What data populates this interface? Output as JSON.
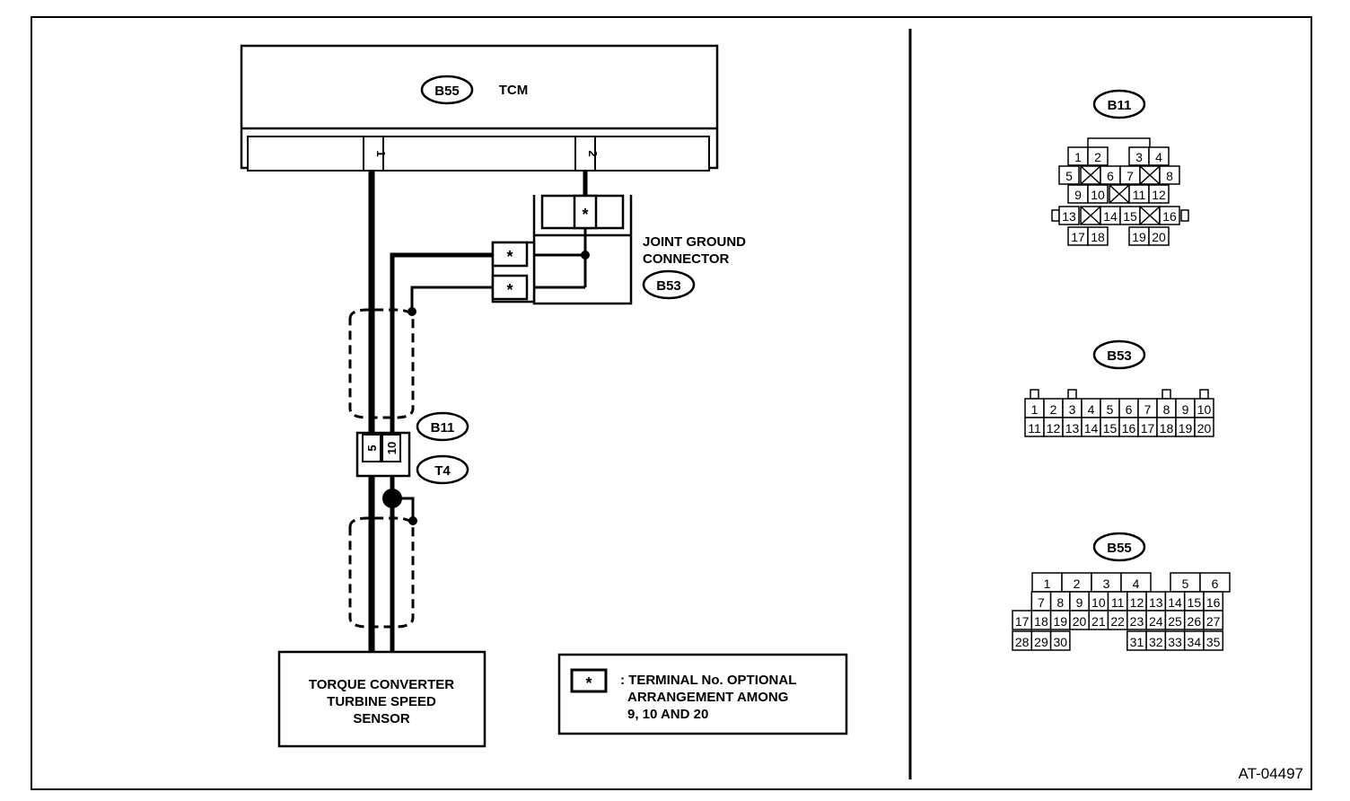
{
  "diagram": {
    "tcm": {
      "connector": "B55",
      "label": "TCM",
      "pin1": "1",
      "pin2": "2"
    },
    "joint_ground": {
      "line1": "JOINT GROUND",
      "line2": "CONNECTOR",
      "connector": "B53",
      "star": "*"
    },
    "intermediate": {
      "connector1": "B11",
      "connector2": "T4",
      "pin_a": "5",
      "pin_b": "10"
    },
    "sensor": {
      "line1": "TORQUE CONVERTER",
      "line2": "TURBINE SPEED",
      "line3": "SENSOR"
    },
    "legend": {
      "symbol": "*",
      "line1": ": TERMINAL No. OPTIONAL",
      "line2": "ARRANGEMENT AMONG",
      "line3": "9, 10 AND 20"
    },
    "figure_id": "AT-04497"
  },
  "connectors": {
    "b11": {
      "name": "B11",
      "rows": [
        [
          "1",
          "2",
          "3",
          "4"
        ],
        [
          "5",
          "6",
          "7",
          "8"
        ],
        [
          "9",
          "10",
          "11",
          "12"
        ],
        [
          "13",
          "14",
          "15",
          "16"
        ],
        [
          "17",
          "18",
          "19",
          "20"
        ]
      ]
    },
    "b53": {
      "name": "B53",
      "rows": [
        [
          "1",
          "2",
          "3",
          "4",
          "5",
          "6",
          "7",
          "8",
          "9",
          "10"
        ],
        [
          "11",
          "12",
          "13",
          "14",
          "15",
          "16",
          "17",
          "18",
          "19",
          "20"
        ]
      ]
    },
    "b55": {
      "name": "B55",
      "rows": [
        [
          "1",
          "2",
          "3",
          "4",
          "5",
          "6"
        ],
        [
          "7",
          "8",
          "9",
          "10",
          "11",
          "12",
          "13",
          "14",
          "15",
          "16"
        ],
        [
          "17",
          "18",
          "19",
          "20",
          "21",
          "22",
          "23",
          "24",
          "25",
          "26",
          "27"
        ],
        [
          "28",
          "29",
          "30",
          "31",
          "32",
          "33",
          "34",
          "35"
        ]
      ]
    }
  }
}
